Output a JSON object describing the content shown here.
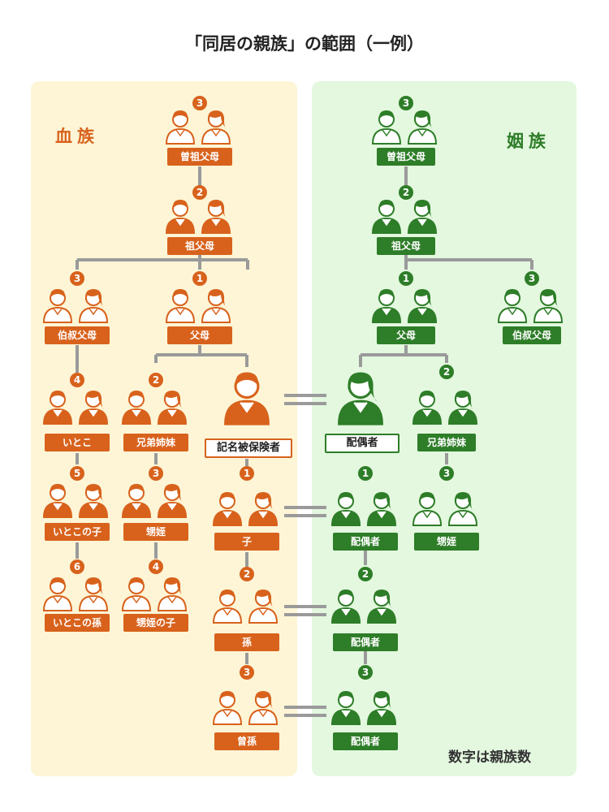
{
  "title": "「同居の親族」の範囲（一例）",
  "panels": {
    "blood_label": "血族",
    "marriage_label": "姻族"
  },
  "note": "数字は親族数",
  "colors": {
    "blood": "#d8621c",
    "marriage": "#2e7d28",
    "blood_bg": "#fdf5d6",
    "marriage_bg": "#e3f8df"
  },
  "nodes": {
    "b_great_grandparents": {
      "label": "曽祖父母",
      "degree": "3"
    },
    "b_grandparents": {
      "label": "祖父母",
      "degree": "2"
    },
    "b_uncles_aunts": {
      "label": "伯叔父母",
      "degree": "3"
    },
    "b_parents": {
      "label": "父母",
      "degree": "1"
    },
    "b_cousins": {
      "label": "いとこ",
      "degree": "4"
    },
    "b_siblings": {
      "label": "兄弟姉妹",
      "degree": "2"
    },
    "insured": {
      "label": "記名被保険者"
    },
    "b_cousins_children": {
      "label": "いとこの子",
      "degree": "5"
    },
    "b_nephews_nieces": {
      "label": "甥姪",
      "degree": "3"
    },
    "b_child": {
      "label": "子",
      "degree": "1"
    },
    "b_cousins_grandchildren": {
      "label": "いとこの孫",
      "degree": "6"
    },
    "b_nephews_nieces_children": {
      "label": "甥姪の子",
      "degree": "4"
    },
    "b_grandchild": {
      "label": "孫",
      "degree": "2"
    },
    "b_great_grandchild": {
      "label": "曾孫",
      "degree": "3"
    },
    "m_great_grandparents": {
      "label": "曽祖父母",
      "degree": "3"
    },
    "m_grandparents": {
      "label": "祖父母",
      "degree": "2"
    },
    "m_parents": {
      "label": "父母",
      "degree": "1"
    },
    "m_uncles_aunts": {
      "label": "伯叔父母",
      "degree": "3"
    },
    "spouse": {
      "label": "配偶者"
    },
    "m_siblings": {
      "label": "兄弟姉妹",
      "degree": "2"
    },
    "m_child_spouse": {
      "label": "配偶者",
      "degree": "1"
    },
    "m_nephews_nieces": {
      "label": "甥姪",
      "degree": "3"
    },
    "m_grandchild_spouse": {
      "label": "配偶者",
      "degree": "2"
    },
    "m_great_grandchild_spouse": {
      "label": "配偶者",
      "degree": "3"
    }
  }
}
